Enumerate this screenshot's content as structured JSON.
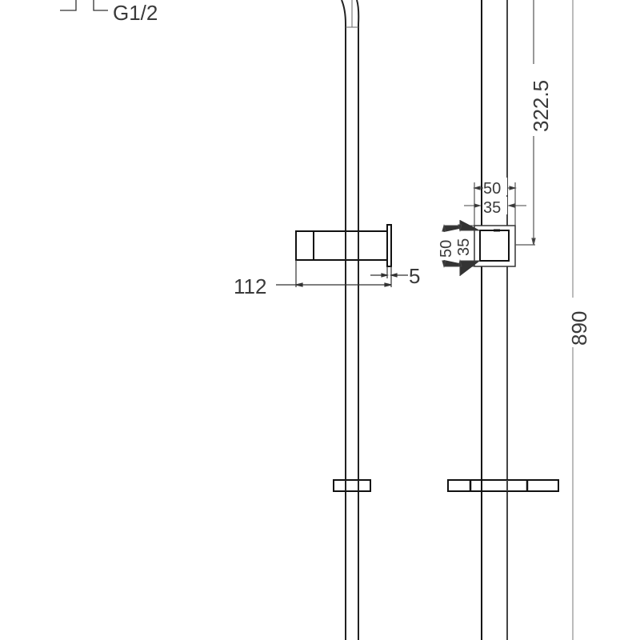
{
  "drawing": {
    "type": "technical-drawing",
    "subject": "shower rail side and front elevations",
    "line_color": "#1a1a1a",
    "dim_color": "#555555",
    "text_color": "#3a3a3a"
  },
  "labels": {
    "thread": "G1/2",
    "bracket_depth": "112",
    "plate_thickness": "5",
    "top_to_bracket": "322.5",
    "bracket_outer_width": "50",
    "bracket_inner_width": "35",
    "bracket_outer_height": "50",
    "bracket_inner_height": "35",
    "total_height": "890"
  }
}
